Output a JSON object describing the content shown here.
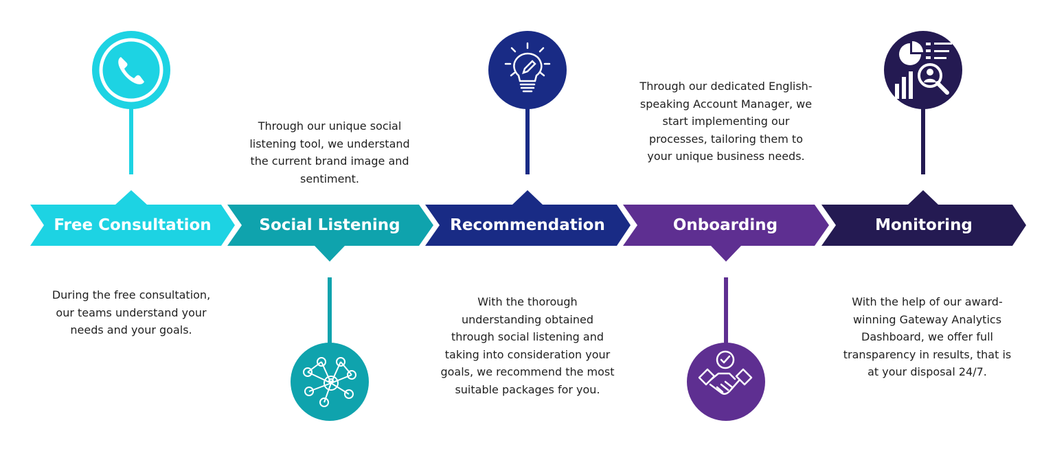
{
  "steps": [
    {
      "id": "free-consultation",
      "title": "Free Consultation",
      "icon": "phone-icon",
      "color": "#1dd3e3",
      "description": [
        "During the free consultation,",
        "our teams understand your",
        "needs and your goals."
      ]
    },
    {
      "id": "social-listening",
      "title": "Social Listening",
      "icon": "network-users-icon",
      "color": "#0fa3ad",
      "description": [
        "Through our unique social",
        "listening tool, we understand",
        "the current brand image and",
        "sentiment."
      ]
    },
    {
      "id": "recommendation",
      "title": "Recommendation",
      "icon": "lightbulb-pencil-icon",
      "color": "#192b85",
      "description": [
        "With the thorough",
        "understanding obtained",
        "through social listening and",
        "taking into consideration your",
        "goals, we recommend the most",
        "suitable packages for you."
      ]
    },
    {
      "id": "onboarding",
      "title": "Onboarding",
      "icon": "handshake-icon",
      "color": "#5e2f91",
      "description": [
        "Through our dedicated English-",
        "speaking Account Manager, we",
        "start implementing our",
        "processes, tailoring them to",
        "your unique business needs."
      ]
    },
    {
      "id": "monitoring",
      "title": "Monitoring",
      "icon": "analytics-dashboard-icon",
      "color": "#241a52",
      "description": [
        "With the help of our award-",
        "winning Gateway Analytics",
        "Dashboard, we offer full",
        "transparency in results, that is",
        "at your disposal 24/7."
      ]
    }
  ]
}
